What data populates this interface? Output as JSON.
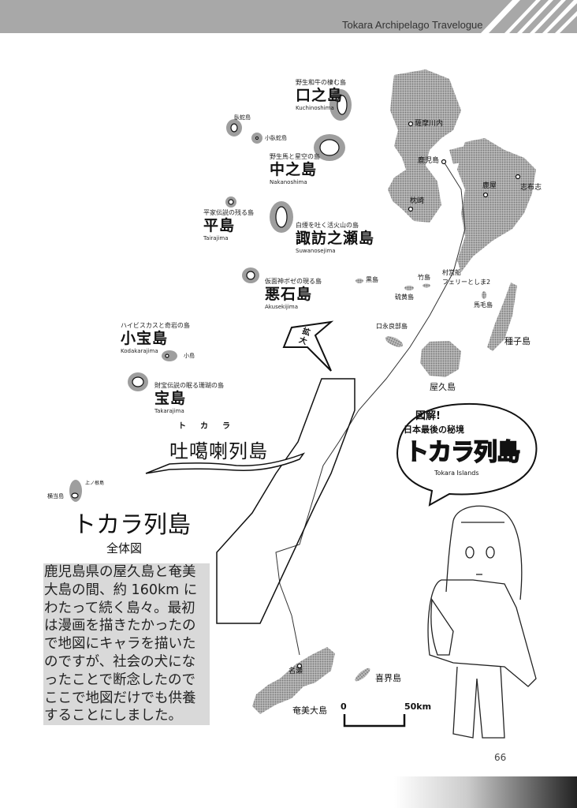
{
  "header": {
    "title": "Tokara Archipelago Travelogue"
  },
  "islands": [
    {
      "tagline": "野生和牛の棲む島",
      "name": "口之島",
      "romaji": "Kuchinoshima"
    },
    {
      "tagline": "野生馬と星空の島",
      "name": "中之島",
      "romaji": "Nakanoshima"
    },
    {
      "tagline": "平家伝説の残る島",
      "name": "平島",
      "romaji": "Tairajima"
    },
    {
      "tagline": "白煙を吐く活火山の島",
      "name": "諏訪之瀬島",
      "romaji": "Suwanosejima"
    },
    {
      "tagline": "仮面神ボゼの現る島",
      "name": "悪石島",
      "romaji": "Akusekijima"
    },
    {
      "tagline": "ハイビスカスと奇岩の島",
      "name": "小宝島",
      "romaji": "Kodakarajima"
    },
    {
      "tagline": "財宝伝説の眠る珊瑚の島",
      "name": "宝島",
      "romaji": "Takarajima"
    }
  ],
  "minor_labels": {
    "gajajima": "臥蛇島",
    "kogajajima": "小臥蛇島",
    "kojima": "小島",
    "kaminonejima": "上ノ根島",
    "yokoatejima": "横当島"
  },
  "places": {
    "satsumasendai": "薩摩川内",
    "kagoshima": "鹿児島",
    "makurazaki": "枕崎",
    "kanoya": "鹿屋",
    "shibushi": "志布志",
    "takeshima": "竹島",
    "kuroshima": "黒島",
    "iojima": "硫黄島",
    "ferry_line1": "村営船",
    "ferry_line2": "フェリーとしま2",
    "mageshima": "馬毛島",
    "kuchinoerabujima": "口永良部島",
    "yakushima": "屋久島",
    "tanegashima": "種子島",
    "naze": "名瀬",
    "amamioshima": "奄美大島",
    "kikaijima": "喜界島"
  },
  "zoom_arrow": "拡大",
  "archipelago": {
    "ruby": "トカラ",
    "name": "吐噶喇列島"
  },
  "bubble": {
    "line1": "図解!",
    "line2": "日本最後の秘境",
    "title": "トカラ列島",
    "subtitle": "Tokara Islands"
  },
  "scale": {
    "zero": "0",
    "max": "50km"
  },
  "title": {
    "main": "トカラ列島",
    "sub": "全体図"
  },
  "description": "鹿児島県の屋久島と奄美大島の間、約 160km にわたって続く島々。最初は漫画を描きたかったので地図にキャラを描いたのですが、社会の犬になったことで断念したのでここで地図だけでも供養することにしました。",
  "page_number": "66",
  "colors": {
    "header": "#a8a8a8",
    "land": "#9a9a9a",
    "halo": "#9e9e9e",
    "textbox": "#d9d9d9"
  }
}
